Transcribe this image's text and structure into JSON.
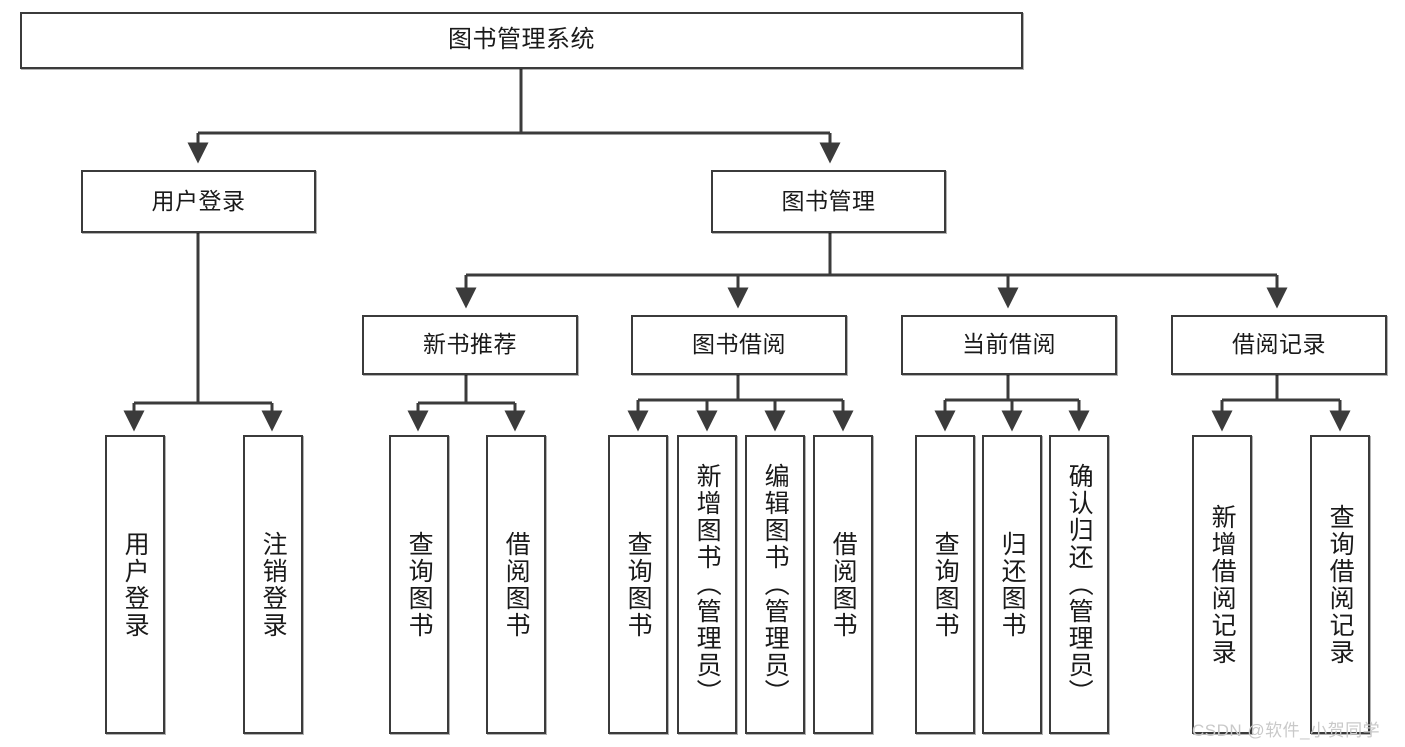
{
  "diagram": {
    "title": "图书管理系统",
    "type": "hierarchy-tree",
    "edge_color": "#3b3b3b",
    "node_border_color": "#3b3b3b",
    "node_fill_color": "#ffffff",
    "background_color": "#ffffff"
  },
  "root": {
    "label": "图书管理系统"
  },
  "level2": [
    {
      "label": "用户登录"
    },
    {
      "label": "图书管理"
    }
  ],
  "level3": [
    {
      "label": "新书推荐"
    },
    {
      "label": "图书借阅"
    },
    {
      "label": "当前借阅"
    },
    {
      "label": "借阅记录"
    }
  ],
  "leaves": {
    "user_login": [
      {
        "label": "用户登录"
      },
      {
        "label": "注销登录"
      }
    ],
    "new_book_recommend": [
      {
        "label": "查询图书"
      },
      {
        "label": "借阅图书"
      }
    ],
    "book_borrow": [
      {
        "label": "查询图书"
      },
      {
        "label": "新增图书（管理员）"
      },
      {
        "label": "编辑图书（管理员）"
      },
      {
        "label": "借阅图书"
      }
    ],
    "current_borrow": [
      {
        "label": "查询图书"
      },
      {
        "label": "归还图书"
      },
      {
        "label": "确认归还（管理员）"
      }
    ],
    "borrow_record": [
      {
        "label": "新增借阅记录"
      },
      {
        "label": "查询借阅记录"
      }
    ]
  },
  "watermark": {
    "text": "CSDN @软件_小贺同学"
  }
}
